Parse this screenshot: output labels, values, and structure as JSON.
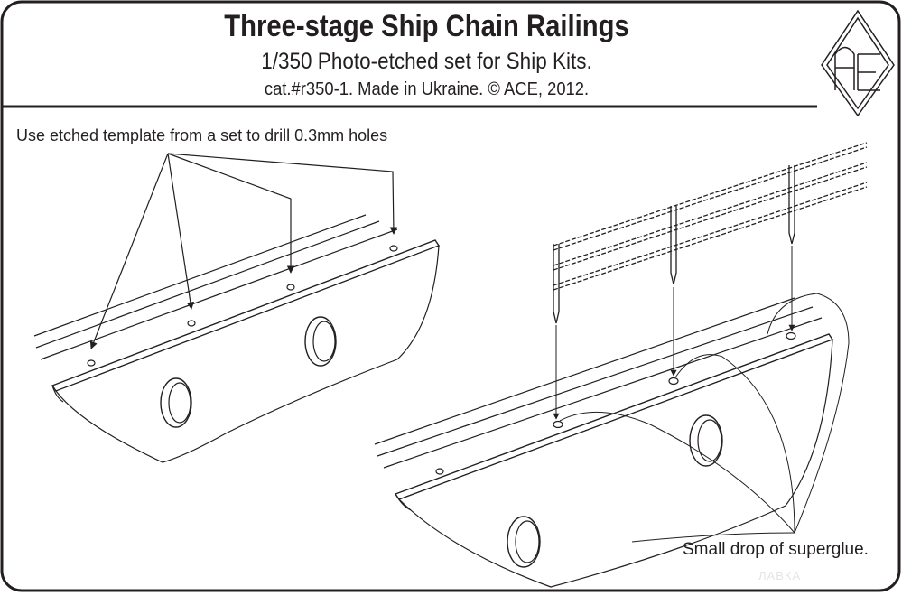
{
  "header": {
    "title": "Three-stage Ship Chain Railings",
    "subtitle": "1/350 Photo-etched set for Ship Kits.",
    "catalog": "cat.#r350-1. Made in Ukraine. © ACE, 2012.",
    "logo_text": "ACE"
  },
  "step1": {
    "instruction": "Use etched template from a set to drill 0.3mm holes"
  },
  "step2": {
    "note": "Small drop of superglue."
  },
  "watermark": "ЛАВКА",
  "colors": {
    "ink": "#231f20",
    "background": "#ffffff"
  }
}
